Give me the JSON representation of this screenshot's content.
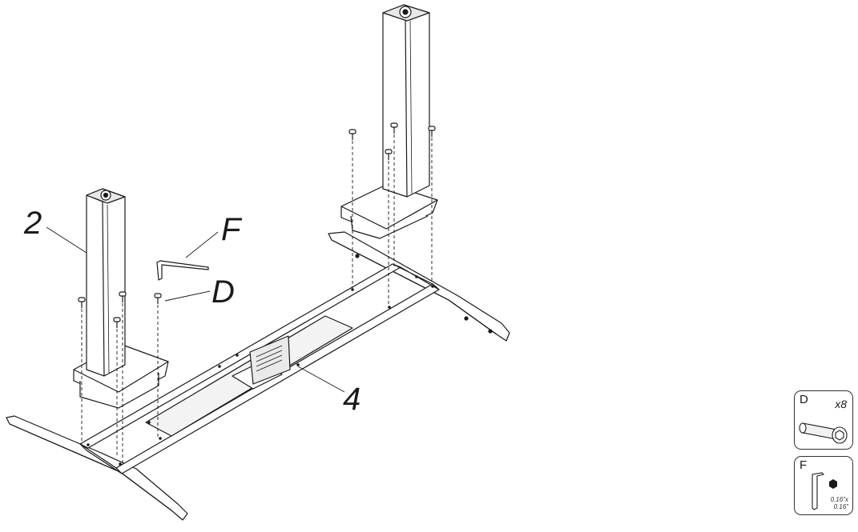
{
  "callouts": {
    "leg_left": "2",
    "allen_key": "F",
    "bolt": "D",
    "crossbar": "4"
  },
  "parts": {
    "bolt": {
      "letter": "D",
      "quantity": "x8",
      "icon": "hex-socket-bolt-icon"
    },
    "allen_key": {
      "letter": "F",
      "size_line1": "0.16\"x",
      "size_line2": "0.16\"",
      "icon": "allen-key-icon"
    }
  },
  "colors": {
    "line": "#1a1a1a",
    "fill": "#ffffff",
    "shade": "#e8e8e8"
  }
}
